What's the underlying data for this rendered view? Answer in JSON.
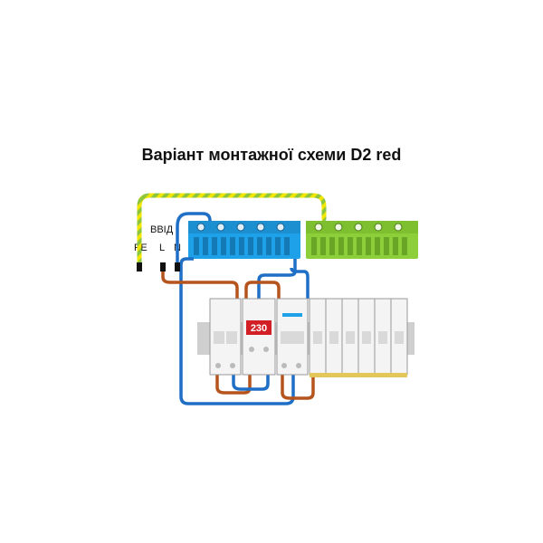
{
  "title": "Варіант монтажної схеми D2 red",
  "input_label": "ВВІД",
  "terminals": {
    "pe": "PE",
    "l": "L",
    "n": "N"
  },
  "relay_display": "230",
  "colors": {
    "pe_wire_green": "#8cc63f",
    "pe_wire_yellow": "#f2e600",
    "neutral_wire": "#1e6fc5",
    "phase_wire": "#b5541c",
    "neutral_bus": "#1ea1e8",
    "ground_bus": "#8ccf3a",
    "relay_display_bg": "#d21f26",
    "breaker_body": "#f4f4f4",
    "din_rail": "#cfcfcf"
  },
  "icons": [
    "neutral-busbar-icon",
    "ground-busbar-icon",
    "voltage-relay-icon",
    "circuit-breaker-icon",
    "rcd-icon"
  ]
}
